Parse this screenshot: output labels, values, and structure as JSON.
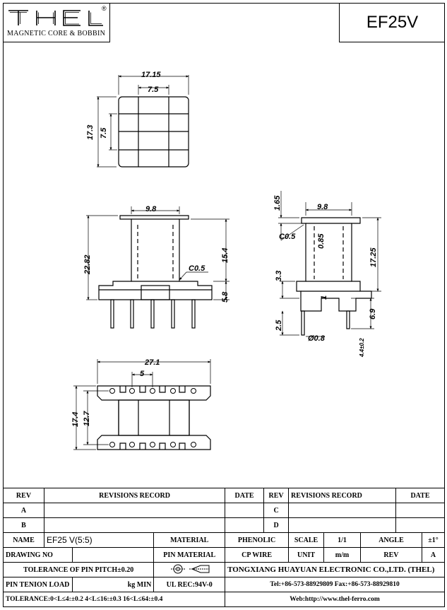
{
  "header": {
    "brand": "THEL",
    "registered": "®",
    "brand_sub": "MAGNETIC CORE & BOBBIN",
    "part_number": "EF25V"
  },
  "dims": {
    "top_view": {
      "w_outer": "17.15",
      "w_inner": "7.5",
      "h_outer": "17.3",
      "h_inner": "7.5"
    },
    "front_view": {
      "flange_w": "9.8",
      "total_h": "22.82",
      "winding_h": "15.4",
      "base_h": "5.8",
      "chamfer": "C0.5"
    },
    "side_view": {
      "top_flange": "1.65",
      "flange_w": "9.8",
      "chamfer": "C0.5",
      "wall": "0.85",
      "total_h": "17.25",
      "base_h": "3.3",
      "step": "1",
      "pin_len": "2.5",
      "pin_dia": "Ø0.8",
      "pin_out": "6.9",
      "pin_tol": "4.4±0.2"
    },
    "bottom_view": {
      "total_w": "27.1",
      "pitch": "5",
      "total_h": "17.4",
      "row_gap": "12.7"
    }
  },
  "table": {
    "rev": "REV",
    "revisions_record": "REVISIONS RECORD",
    "date": "DATE",
    "rev_a": "A",
    "rev_b": "B",
    "rev_c": "C",
    "rev_d": "D",
    "name_label": "NAME",
    "name_value": "EF25 V(5:5)",
    "material_label": "MATERIAL",
    "material_value": "PHENOLIC",
    "scale_label": "SCALE",
    "scale_value": "1/1",
    "angle_label": "ANGLE",
    "angle_value": "±1°",
    "drawing_no_label": "DRAWING NO",
    "pin_material_label": "PIN MATERIAL",
    "pin_material_value": "CP WIRE",
    "unit_label": "UNIT",
    "unit_value": "m/m",
    "rev_label": "REV",
    "rev_value": "A",
    "tolerance_pitch": "TOLERANCE OF PIN PITCH±0.20",
    "company": "TONGXIANG HUAYUAN ELECTRONIC CO.,LTD. (THEL)",
    "pin_tension": "PIN TENION LOAD",
    "kg_min": "kg MIN",
    "ul_rec": "UL REC:94V-0",
    "tel_fax": "Tel:+86-573-88929809 Fax:+86-573-88929810",
    "tolerance_general": "TOLERANCE:0<L≤4:±0.2  4<L≤16:±0.3  16<L≤64:±0.4",
    "web": "Web:http://www.thel-ferro.com"
  }
}
